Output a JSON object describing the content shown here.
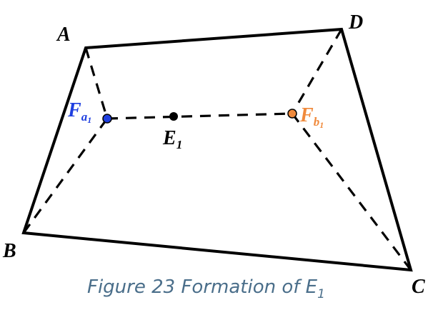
{
  "labels": {
    "A": "A",
    "B": "B",
    "C": "C",
    "D": "D",
    "E_main": "E",
    "E_sub": "1",
    "Fa_main": "F",
    "Fa_sub": "a",
    "Fa_subsub": "1",
    "Fb_main": "F",
    "Fb_sub": "b",
    "Fb_subsub": "1"
  },
  "caption": {
    "text": "Figure 23 Formation of E",
    "sub": "1"
  },
  "colors": {
    "fa_point": "#1f3fe0",
    "fb_point": "#f08a3c",
    "fa_label": "#1f3fe0",
    "fb_label": "#f08a3c",
    "caption": "#4a6e8a"
  }
}
